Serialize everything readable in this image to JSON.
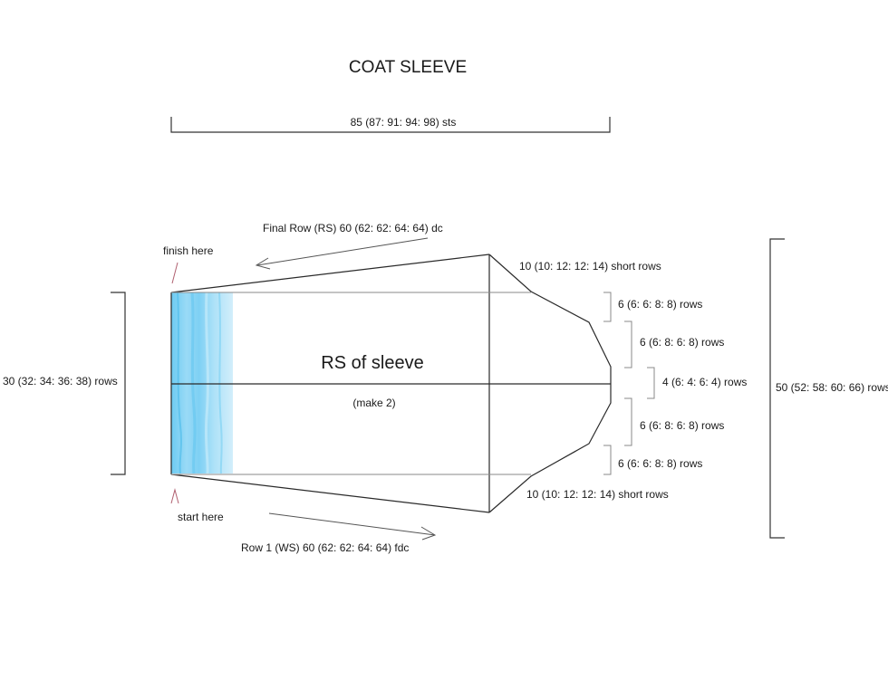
{
  "title": "COAT SLEEVE",
  "width_label": "85 (87: 91: 94: 98) sts",
  "final_row_label": "Final Row (RS) 60 (62: 62: 64: 64) dc",
  "finish_label": "finish here",
  "start_label": "start here",
  "left_rows_label": "30 (32: 34: 36: 38) rows",
  "right_rows_label": "50 (52: 58: 60: 66) rows",
  "center_label": "RS of sleeve",
  "center_sublabel": "(make 2)",
  "row1_label": "Row 1 (WS) 60 (62: 62: 64: 64) fdc",
  "short_rows_top": "10 (10: 12: 12: 14) short rows",
  "short_rows_bottom": "10 (10: 12: 12: 14) short rows",
  "cap_rows": [
    "6 (6: 6: 8: 8) rows",
    "6 (6: 8: 6: 8)  rows",
    "4 (6: 4: 6: 4) rows",
    "6 (6: 8: 6: 8)  rows",
    "6 (6: 6: 8: 8) rows"
  ],
  "colors": {
    "band_light": "#c9ecfb",
    "band_mid": "#7fd0f3",
    "band_dark": "#5cc3f0",
    "marker": "#b06070"
  }
}
